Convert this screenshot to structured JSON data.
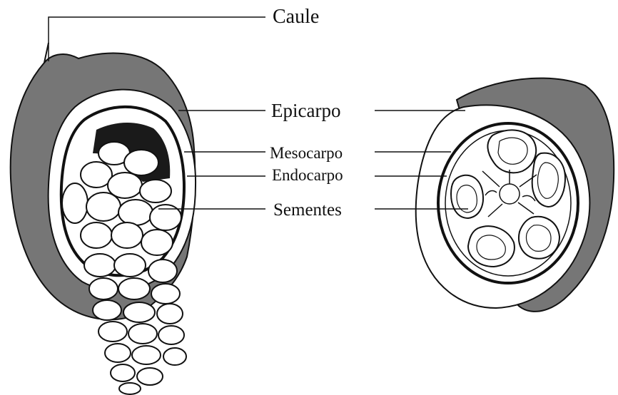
{
  "labels": {
    "caule": "Caule",
    "epicarpo": "Epicarpo",
    "mesocarpo": "Mesocarpo",
    "endocarpo": "Endocarpo",
    "sementes": "Sementes"
  },
  "colors": {
    "epicarpo_shell": "#767676",
    "outline": "#111111",
    "mesocarpo_flesh": "#ffffff",
    "cavity": "#1a1a1a"
  }
}
